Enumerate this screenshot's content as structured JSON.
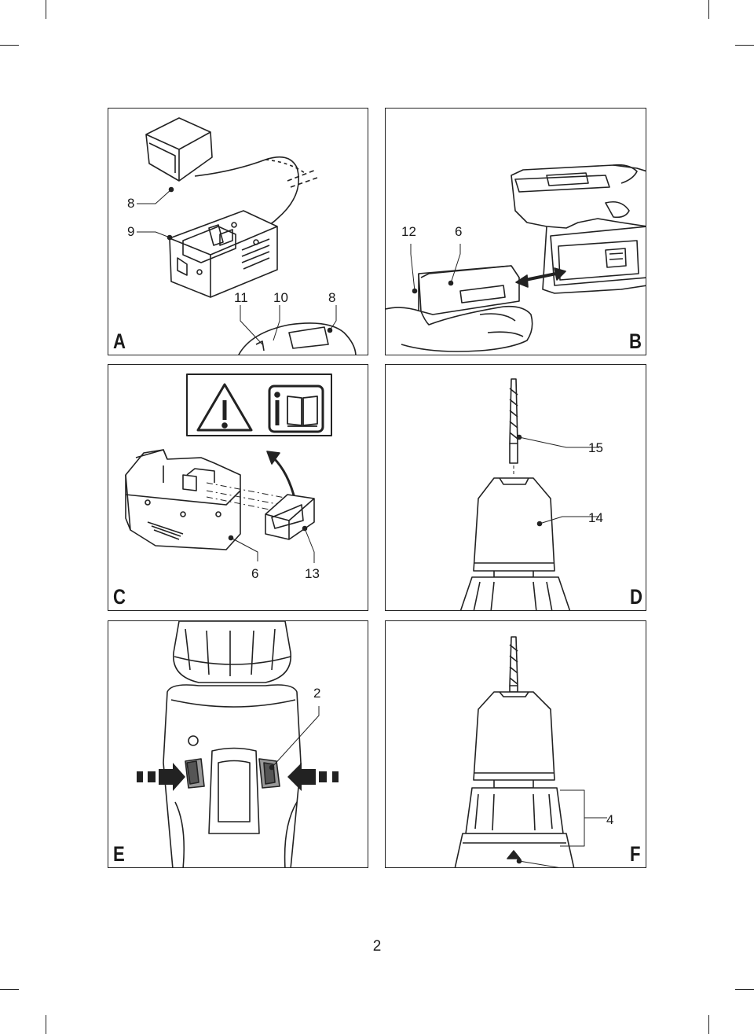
{
  "page_number": "2",
  "panels": [
    {
      "letter": "A",
      "callouts": [
        "8",
        "9",
        "11",
        "10",
        "8"
      ]
    },
    {
      "letter": "B",
      "callouts": [
        "12",
        "6"
      ]
    },
    {
      "letter": "C",
      "callouts": [
        "6",
        "13"
      ]
    },
    {
      "letter": "D",
      "callouts": [
        "15",
        "14"
      ]
    },
    {
      "letter": "E",
      "callouts": [
        "2"
      ]
    },
    {
      "letter": "F",
      "callouts": [
        "4"
      ]
    }
  ],
  "icons": [
    "warning-triangle-icon",
    "info-manual-icon",
    "double-arrow-icon",
    "push-arrow-icon"
  ]
}
